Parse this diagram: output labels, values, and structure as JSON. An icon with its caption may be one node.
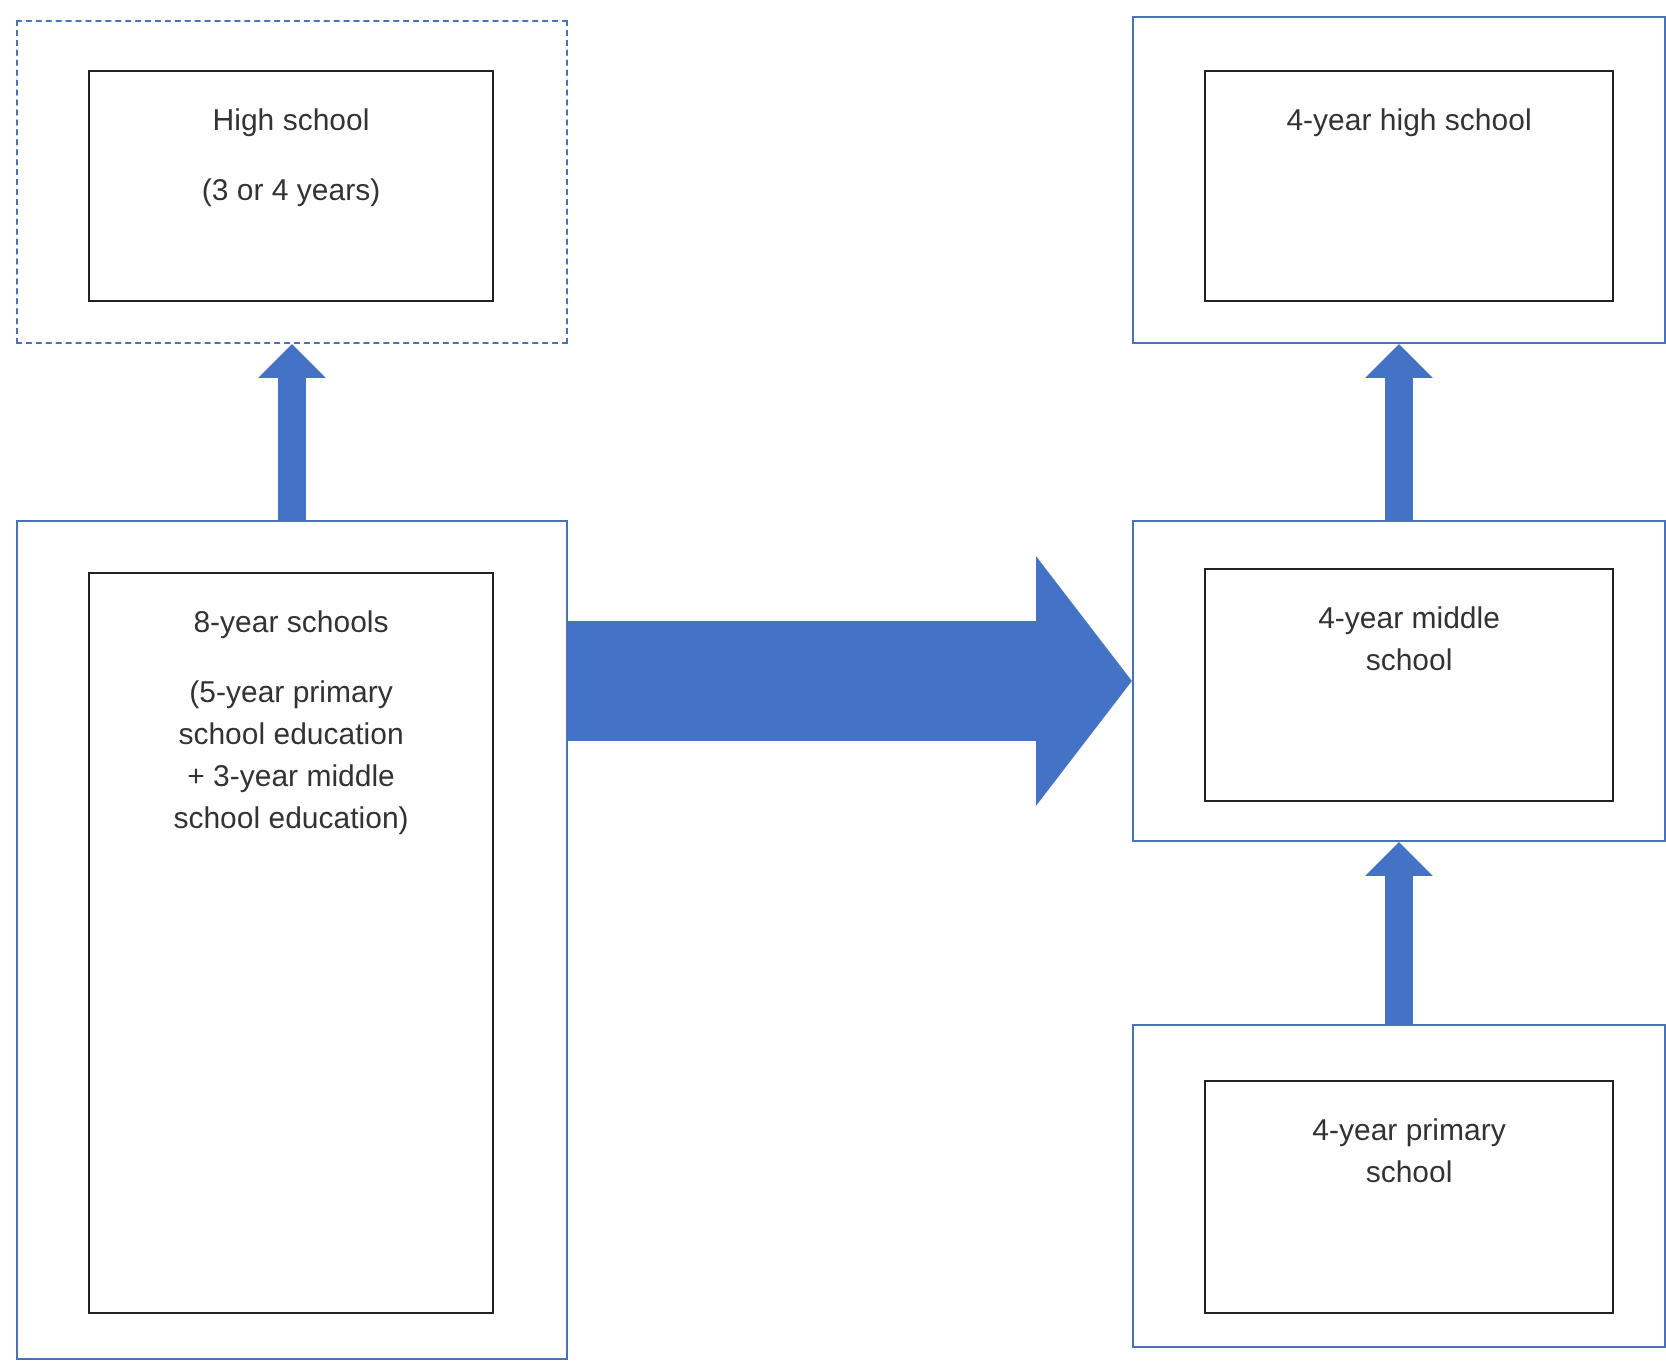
{
  "diagram": {
    "nodes": [
      {
        "text": [],
        "shape": "box"
      },
      {
        "text": [
          "High school",
          "(3 or 4 years)"
        ],
        "in": 0
      },
      {
        "text": [],
        "shape": "box"
      },
      {
        "text": [
          "8-year schools",
          "(5-year primary school education + 3-year middle school education)"
        ],
        "in": 2
      },
      {
        "text": [],
        "shape": "box"
      },
      {
        "text": [
          "4-year high school"
        ],
        "in": 4
      },
      {
        "text": [],
        "shape": "box"
      },
      {
        "text": [
          "4-year middle school"
        ],
        "in": 6
      },
      {
        "text": [],
        "shape": "box"
      },
      {
        "text": [
          "4-year primary school"
        ],
        "in": 8
      }
    ],
    "edges": [
      {
        "from": 2,
        "to": 0,
        "arrow": "to"
      },
      {
        "from": 2,
        "to": 6,
        "arrow": "to",
        "style": "thick"
      },
      {
        "from": 6,
        "to": 4,
        "arrow": "to"
      },
      {
        "from": 8,
        "to": 6,
        "arrow": "to"
      }
    ]
  }
}
